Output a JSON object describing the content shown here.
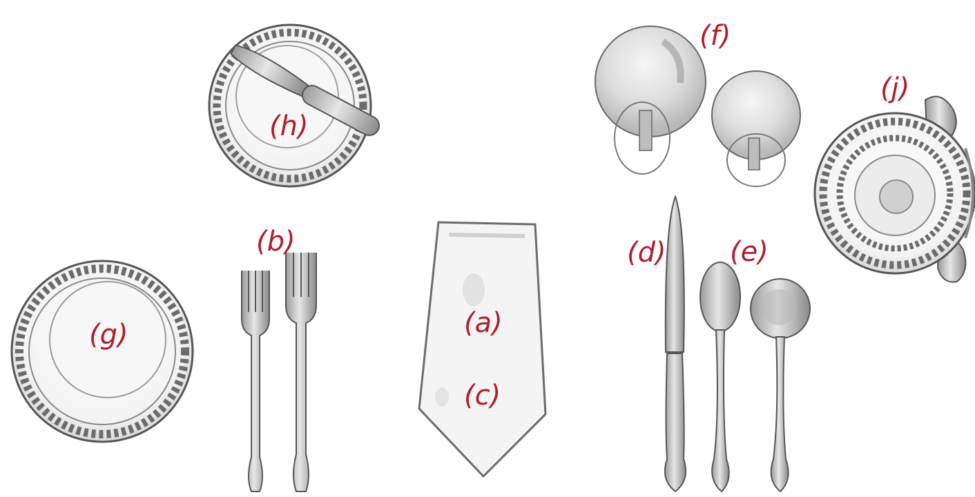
{
  "colors": {
    "label": "#b01e2a",
    "outline": "#555555",
    "pattern": "#6b6b6b",
    "shade": "#c9c9c9",
    "light": "#ececec",
    "background": "#ffffff"
  },
  "labels": {
    "a": "(a)",
    "b": "(b)",
    "c": "(c)",
    "d": "(d)",
    "e": "(e)",
    "f": "(f)",
    "g": "(g)",
    "h": "(h)",
    "j": "(j)"
  },
  "items": [
    {
      "key": "g",
      "icon": "dinner-plate-icon"
    },
    {
      "key": "b",
      "icon": "fork-icon"
    },
    {
      "key": "a",
      "icon": "napkin-icon"
    },
    {
      "key": "h",
      "icon": "bread-plate-knife-icon"
    },
    {
      "key": "d",
      "icon": "knife-icon"
    },
    {
      "key": "e",
      "icon": "spoon-icon"
    },
    {
      "key": "f",
      "icon": "wine-glass-icon"
    },
    {
      "key": "j",
      "icon": "cup-saucer-icon"
    }
  ]
}
